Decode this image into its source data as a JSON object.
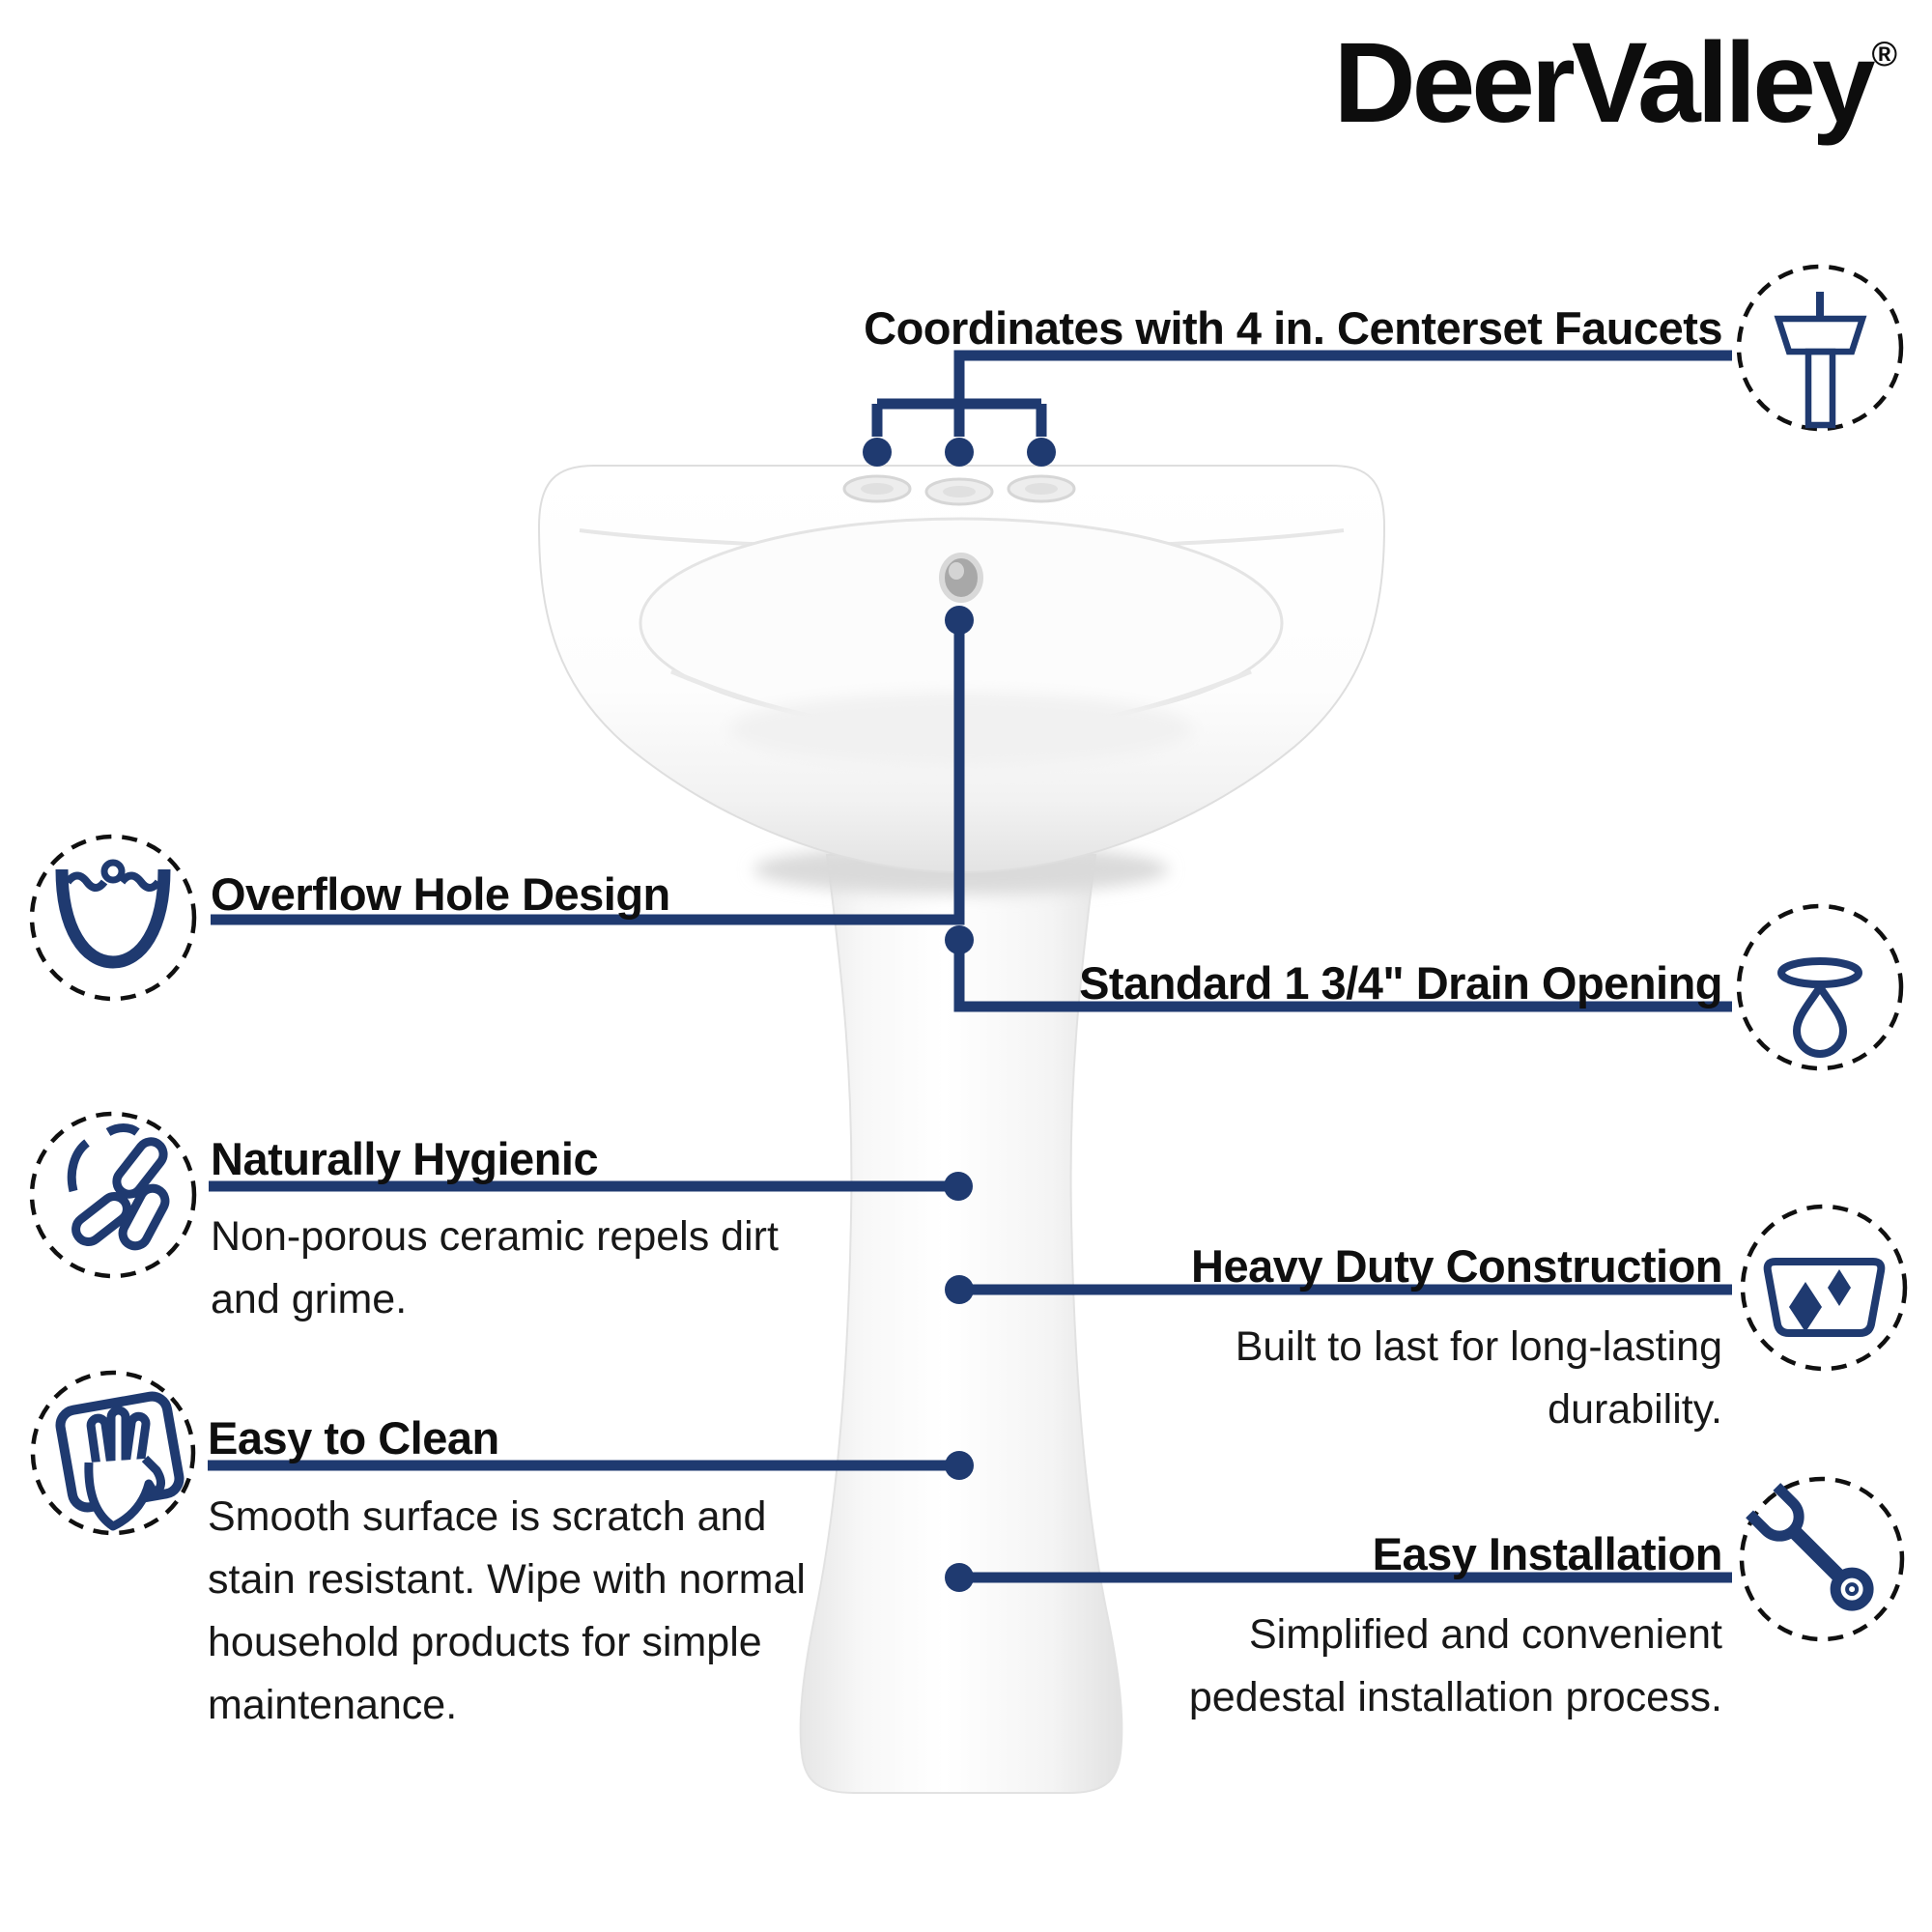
{
  "logo": {
    "text": "DeerValley",
    "registered": "®"
  },
  "colors": {
    "accent": "#1f3a70",
    "dashed_circle": "#101010",
    "text": "#101010",
    "ceramic_shadow": "#e4e4e4"
  },
  "callouts": {
    "faucets": {
      "heading": "Coordinates with 4 in. Centerset Faucets",
      "icon": "pedestal-sink-icon"
    },
    "overflow": {
      "heading": "Overflow Hole Design",
      "icon": "overflow-water-icon"
    },
    "drain": {
      "heading": "Standard 1 3/4\" Drain Opening",
      "icon": "drain-drop-icon"
    },
    "hygienic": {
      "heading": "Naturally Hygienic",
      "body": [
        "Non-porous ceramic repels dirt",
        "and grime."
      ],
      "icon": "bacteria-icon"
    },
    "heavy": {
      "heading": "Heavy Duty Construction",
      "body": [
        "Built to last for long-lasting",
        "durability."
      ],
      "icon": "basin-diamonds-icon"
    },
    "clean": {
      "heading": "Easy to Clean",
      "body": [
        "Smooth surface is scratch and",
        "stain resistant. Wipe with normal",
        "household products for simple",
        "maintenance."
      ],
      "icon": "hand-wipe-icon"
    },
    "install": {
      "heading": "Easy Installation",
      "body": [
        "Simplified and convenient",
        "pedestal installation process."
      ],
      "icon": "wrench-icon"
    }
  }
}
